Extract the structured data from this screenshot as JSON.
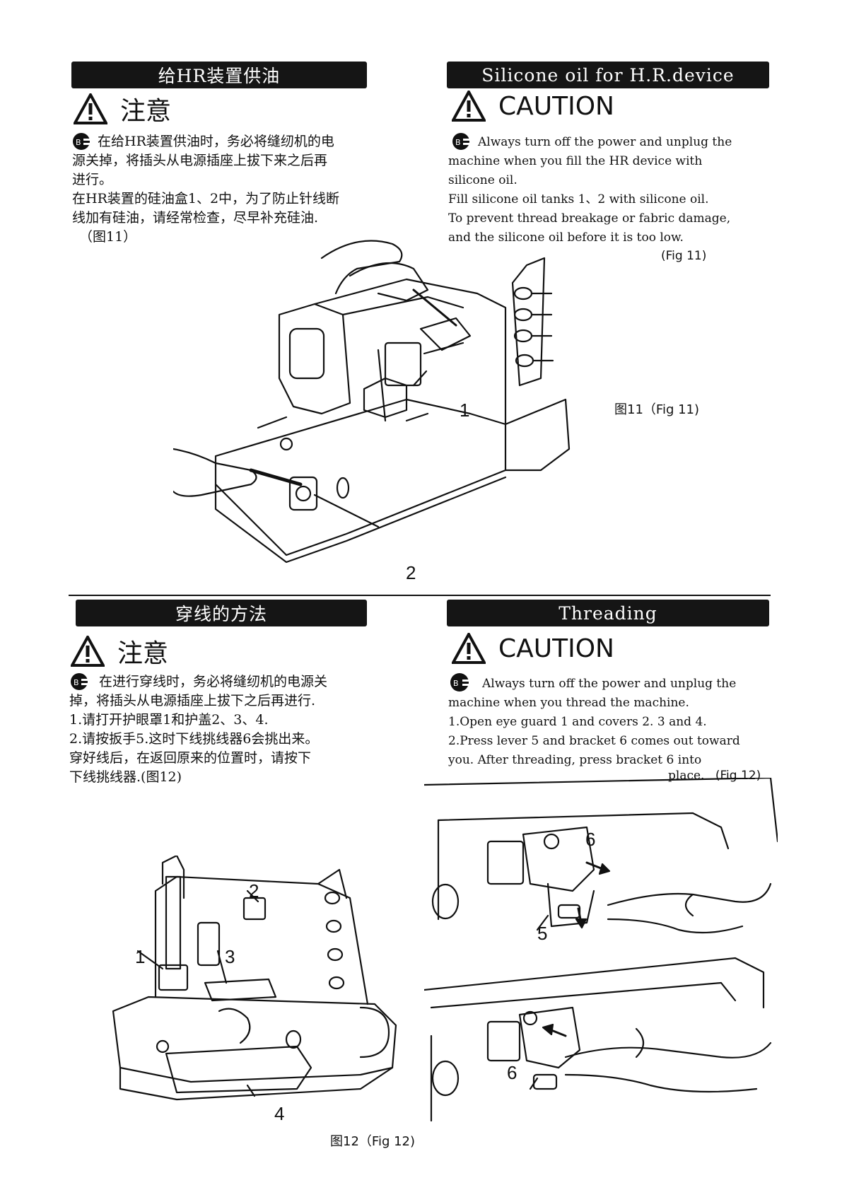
{
  "section1": {
    "zh_header": "给HR装置供油",
    "en_header": "Silicone oil for H.R.device",
    "zh_caution": "注意",
    "en_caution": "CAUTION",
    "zh_lines": [
      "在给HR装置供油时，务必将缝纫机的电",
      "源关掉，将插头从电源插座上拔下来之后再",
      "进行。",
      "在HR装置的硅油盒1、2中，为了防止针线断",
      "线加有硅油，请经常检查，尽早补充硅油.",
      "（图11）"
    ],
    "en_lines": [
      "Always turn off the power and unplug the",
      "machine when you fill the HR device with",
      "silicone oil.",
      "Fill silicone oil tanks 1、2 with silicone oil.",
      "To prevent thread breakage or fabric damage,",
      "and the silicone oil before it is too low."
    ],
    "en_figref": "(Fig 11)",
    "fig_caption": "图11（Fig 11)",
    "callouts": [
      "1",
      "2"
    ]
  },
  "section2": {
    "zh_header": "穿线的方法",
    "en_header": "Threading",
    "zh_caution": "注意",
    "en_caution": "CAUTION",
    "zh_lines": [
      "在进行穿线时，务必将缝纫机的电源关",
      "掉，将插头从电源插座上拔下之后再进行.",
      "1.请打开护眼罩1和护盖2、3、4.",
      "2.请按扳手5.这时下线挑线器6会挑出来。",
      "穿好线后，在返回原来的位置时，请按下",
      "下线挑线器.(图12)"
    ],
    "en_lines": [
      "Always turn off the power and unplug the",
      "machine when you thread the machine.",
      "1.Open eye guard 1 and covers 2. 3 and 4.",
      "2.Press lever 5 and bracket 6 comes out toward",
      "you. After threading, press bracket 6 into"
    ],
    "en_last": "place.",
    "en_figref": "(Fig 12)",
    "fig_caption": "图12（Fig 12)",
    "callouts_left": [
      "1",
      "2",
      "3",
      "4"
    ],
    "callouts_right": [
      "6",
      "5",
      "6"
    ]
  }
}
